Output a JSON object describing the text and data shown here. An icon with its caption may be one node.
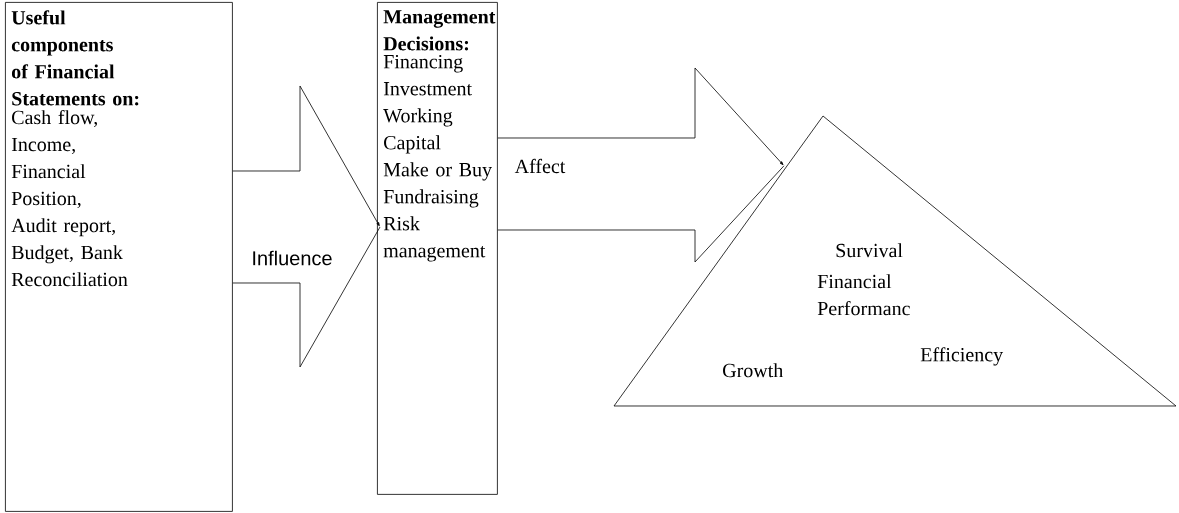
{
  "diagram": {
    "nodes": [
      {
        "text": [
          "Useful components of Financial Statements on:",
          "Cash flow, Income, Financial Position, Audit report, Budget, Bank Reconciliation"
        ]
      },
      {
        "text": [
          "Management Decisions:",
          "Financing Investment Working Capital Make or Buy Fundraising Risk management"
        ]
      },
      {
        "text": [
          "Survival",
          "Financial Performanc",
          "Efficiency",
          "Growth"
        ]
      }
    ],
    "edges": [
      {
        "from": 0,
        "to": 1,
        "arrow": "to",
        "label": "Influence"
      },
      {
        "from": 1,
        "to": 2,
        "arrow": "to",
        "label": "Affect"
      }
    ]
  }
}
